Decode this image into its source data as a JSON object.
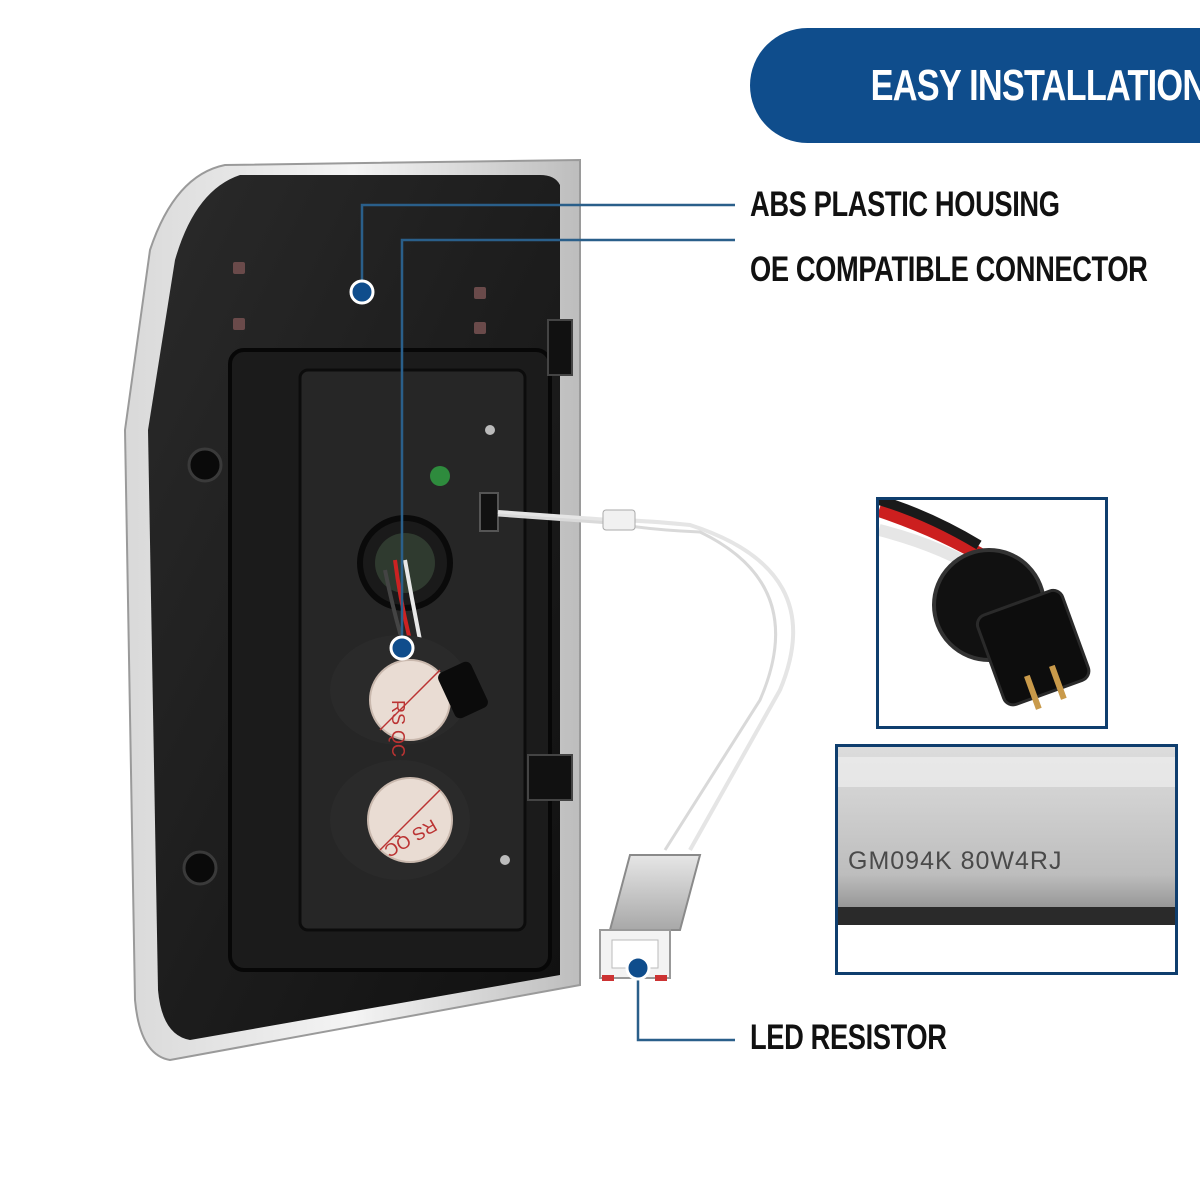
{
  "banner": {
    "title": "EASY INSTALLATION"
  },
  "callouts": [
    {
      "label": "ABS PLASTIC HOUSING"
    },
    {
      "label": "OE COMPATIBLE CONNECTOR"
    },
    {
      "label": "LED RESISTOR"
    }
  ],
  "inset_part_number": {
    "text": "GM094K  80W4RJ"
  },
  "colors": {
    "brand_blue": "#0f4d8c",
    "frame_blue": "#0f3e6e",
    "callout_line": "#2a5f8a"
  }
}
